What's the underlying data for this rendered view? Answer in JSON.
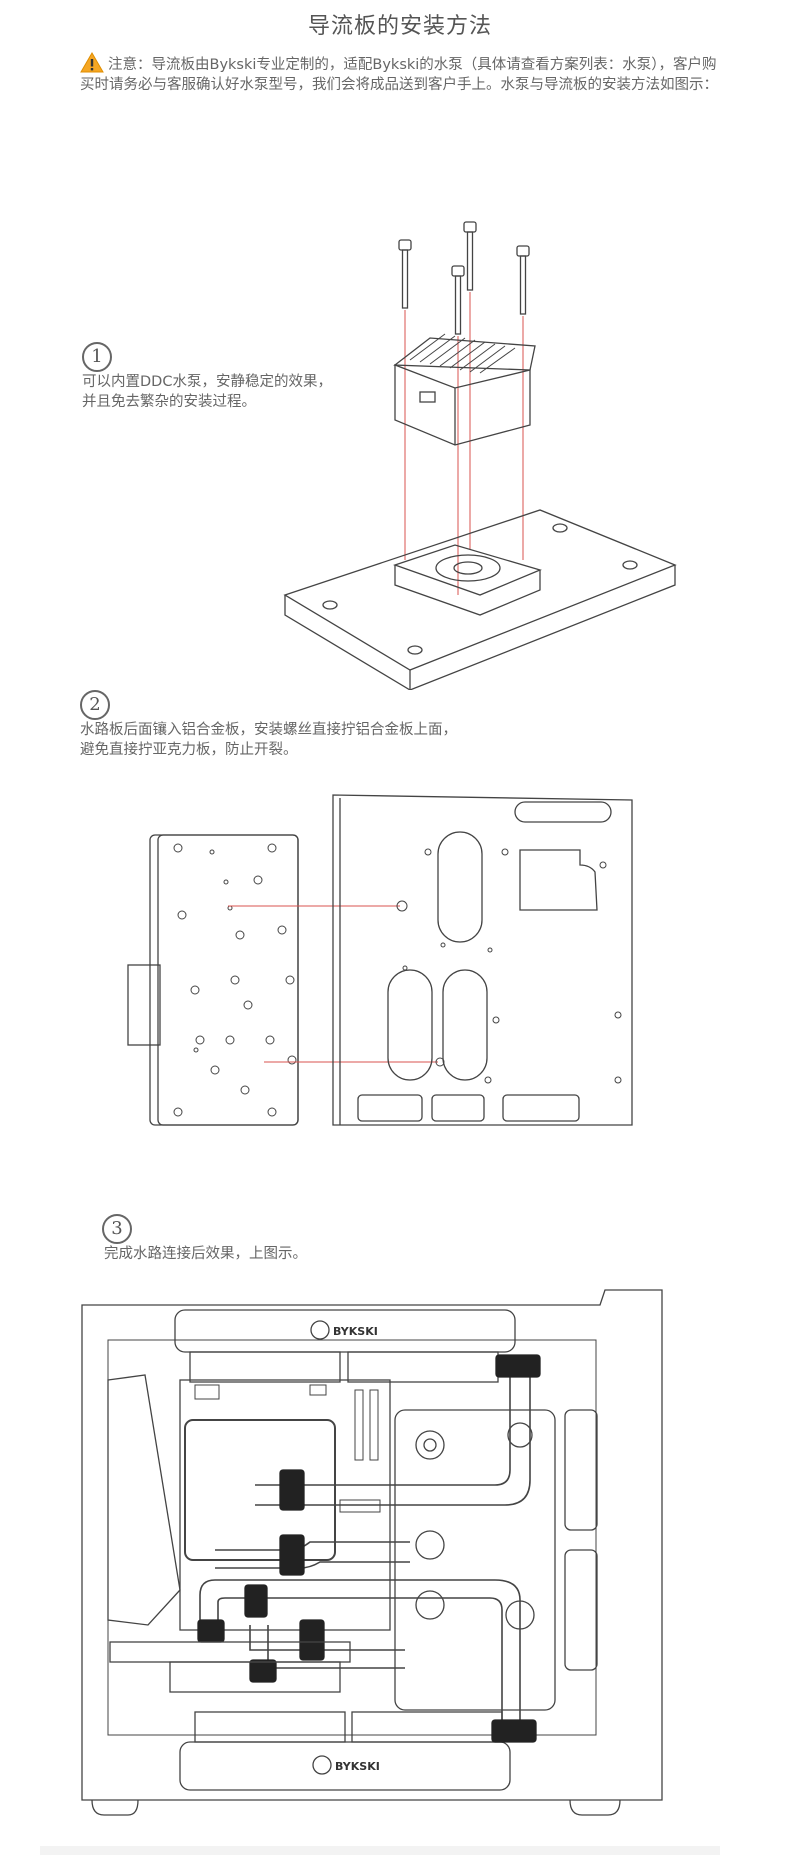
{
  "page": {
    "title": "导流板的安装方法"
  },
  "notice": {
    "text": "注意：导流板由Bykski专业定制的，适配Bykski的水泵（具体请查看方案列表：水泵），客户购买时请务必与客服确认好水泵型号，我们会将成品送到客户手上。水泵与导流板的安装方法如图示："
  },
  "steps": [
    {
      "number": "1",
      "line1": "可以内置DDC水泵，安静稳定的效果，",
      "line2": "并且免去繁杂的安装过程。"
    },
    {
      "number": "2",
      "line1": "水路板后面镶入铝合金板，安装螺丝直接拧铝合金板上面，",
      "line2": "避免直接拧亚克力板，防止开裂。"
    },
    {
      "number": "3",
      "line1": "完成水路连接后效果，上图示。"
    }
  ],
  "branding": {
    "logo_text_top": "BYKSKI",
    "logo_text_bottom": "BYKSKI"
  },
  "colors": {
    "warning": "#f5a623",
    "guide_line": "#d9534f",
    "line_art": "#444444"
  },
  "icons": [
    "warning-icon"
  ]
}
